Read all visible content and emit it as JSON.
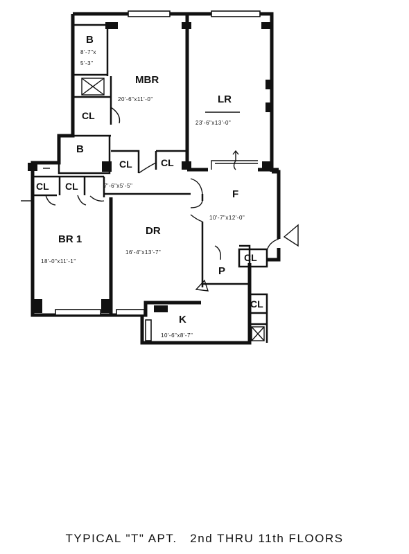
{
  "rooms": {
    "b_top": {
      "label": "B",
      "dim1": "8'-7\"x",
      "dim2": "5'-3\""
    },
    "mbr": {
      "label": "MBR",
      "dim": "20'-6\"x11'-0\""
    },
    "lr": {
      "label": "LR",
      "dim": "23'-6\"x13'-0\""
    },
    "b_mid": {
      "label": "B"
    },
    "hall": {
      "dim": "7'-6\"x5'-5\""
    },
    "f": {
      "label": "F",
      "dim": "10'-7\"x12'-0\""
    },
    "br1": {
      "label": "BR 1",
      "dim": "18'-0\"x11'-1\""
    },
    "dr": {
      "label": "DR",
      "dim": "16'-4\"x13'-7\""
    },
    "p": {
      "label": "P"
    },
    "k": {
      "label": "K",
      "dim": "10'-6\"x8'-7\""
    }
  },
  "closets": {
    "left": "CL",
    "left2": "CL",
    "b_upper": "CL",
    "hall_a": "CL",
    "hall_b": "CL",
    "pantry": "CL",
    "kitchen": "CL"
  },
  "caption": "TYPICAL \"T\" APT.   2nd THRU 11th FLOORS"
}
